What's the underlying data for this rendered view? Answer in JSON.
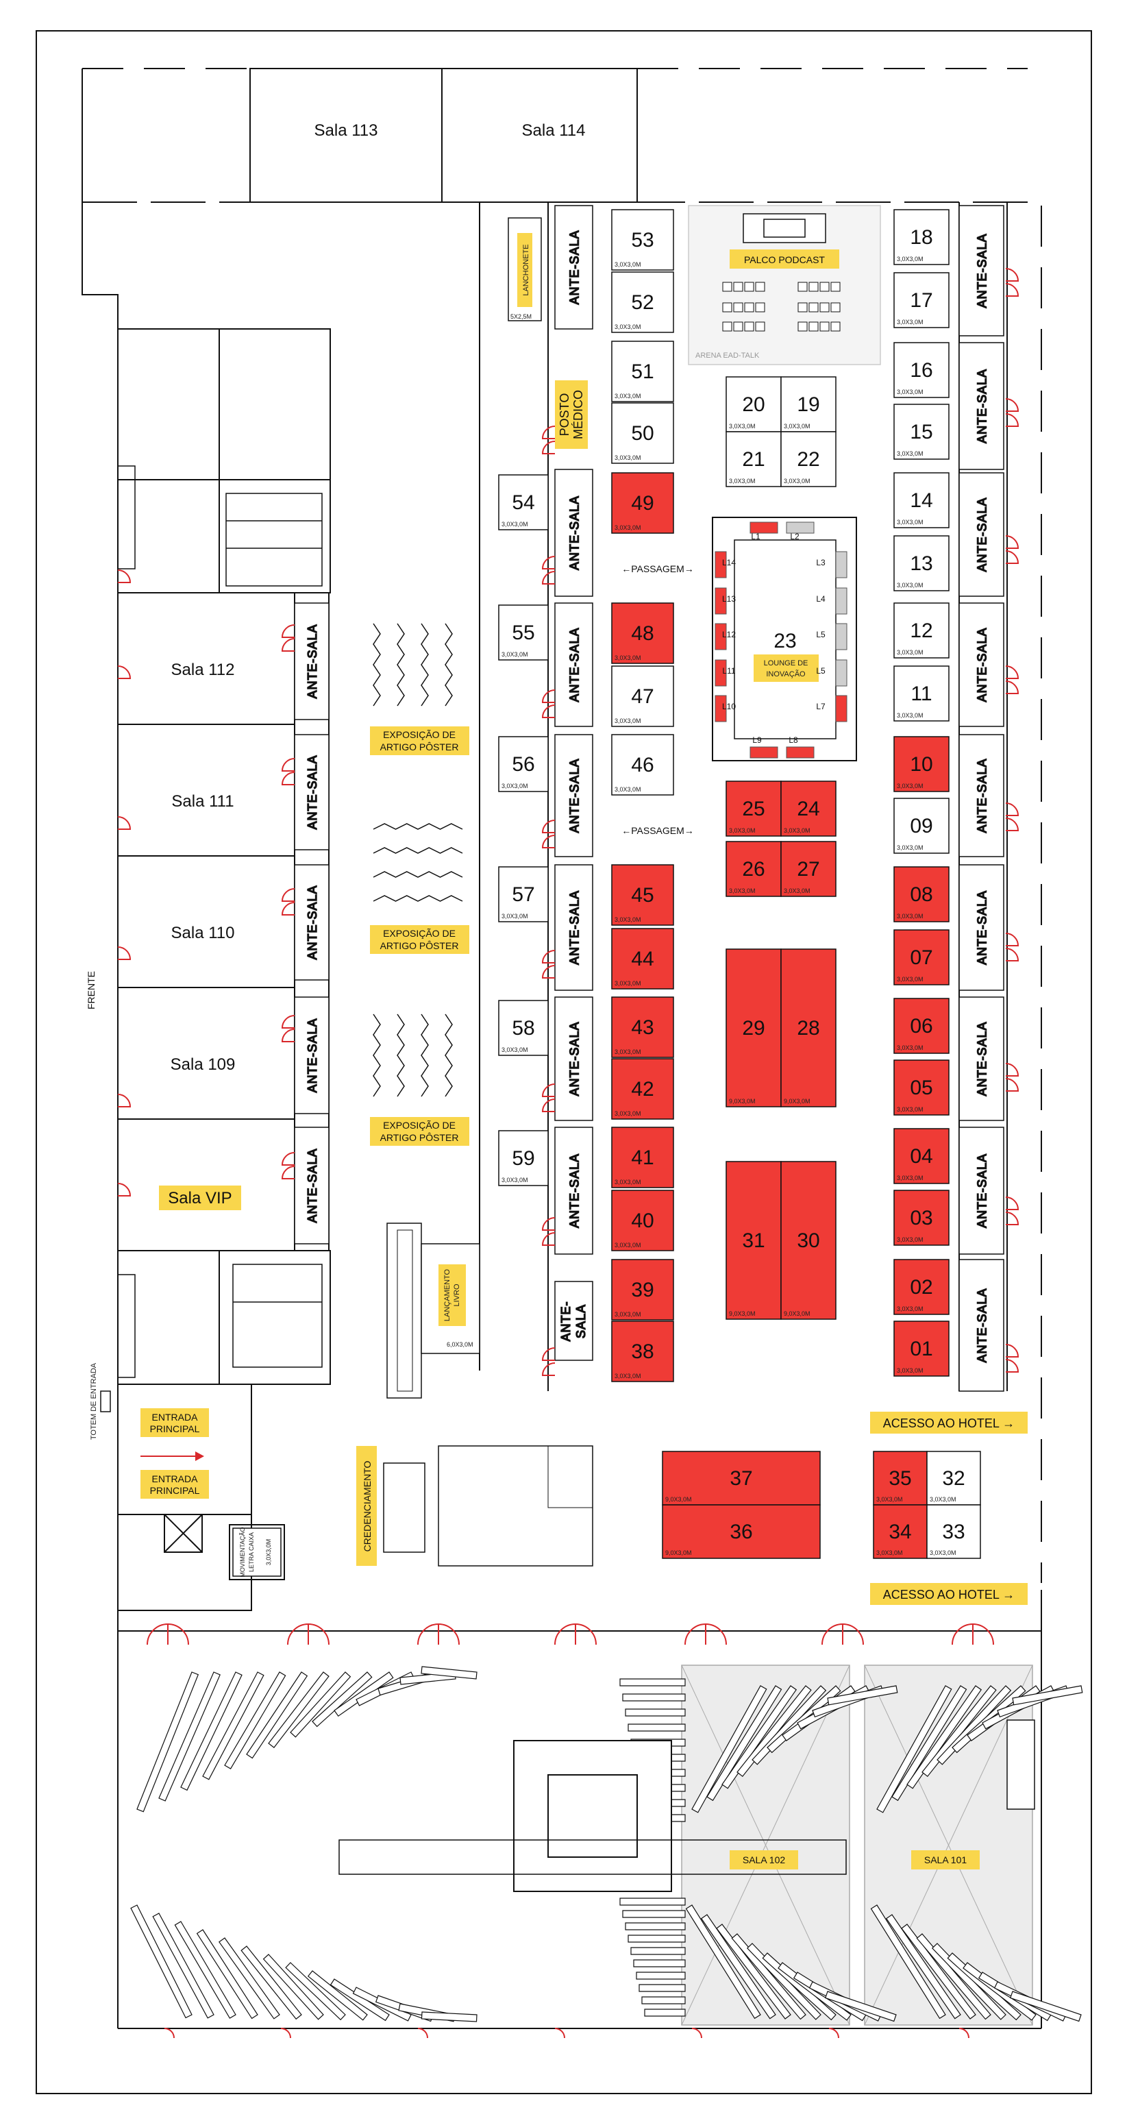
{
  "colors": {
    "booth_sold": "#ef3b36",
    "booth_free": "#ffffff",
    "label_bg": "#f9d64c",
    "door": "#d8282b",
    "line": "#111111",
    "hatch_area": "#e6e6e6"
  },
  "rooms": {
    "sala_113": "Sala 113",
    "sala_114": "Sala 114",
    "sala_112": "Sala 112",
    "sala_111": "Sala 111",
    "sala_110": "Sala 110",
    "sala_109": "Sala 109",
    "sala_vip": "Sala VIP",
    "sala_102": "SALA 102",
    "sala_101": "SALA 101"
  },
  "labels": {
    "ante_sala": "ANTE-SALA",
    "ante": "ANTE-",
    "sala": "SALA",
    "passagem": "←PASSAGEM→",
    "frente": "FRENTE",
    "totem": "TOTEM DE ENTRADA",
    "entrada_1": "ENTRADA",
    "entrada_2": "PRINCIPAL",
    "credenciamento": "CREDENCIAMENTO",
    "acesso_hotel": "ACESSO AO HOTEL →",
    "lanchonete": "LANCHONETE",
    "lanchonete_size": "5X2,5M",
    "posto_1": "POSTO",
    "posto_2": "MÉDICO",
    "palco_podcast": "PALCO PODCAST",
    "arena": "ARENA EAD-TALK",
    "exposicao_1": "EXPOSIÇÃO DE",
    "exposicao_2": "ARTIGO PÔSTER",
    "lancamento_1": "LANÇAMENTO",
    "lancamento_2": "LIVRO",
    "lancamento_size": "6,0X3,0M",
    "lounge_num": "23",
    "lounge_1": "LOUNGE DE",
    "lounge_2": "INOVAÇÃO",
    "movimento_1": "MOVIMENTAÇÃO",
    "movimento_2": "LETRA CAIXA",
    "movimento_size": "3,0X3,0M"
  },
  "booth_size_std": "3,0X3,0M",
  "booth_size_big": "9,0X3,0M",
  "booth_size_double": "6,0X3,0M",
  "booths": [
    {
      "num": "53",
      "sold": false
    },
    {
      "num": "52",
      "sold": false
    },
    {
      "num": "51",
      "sold": false
    },
    {
      "num": "50",
      "sold": false
    },
    {
      "num": "49",
      "sold": true
    },
    {
      "num": "48",
      "sold": true
    },
    {
      "num": "47",
      "sold": false
    },
    {
      "num": "46",
      "sold": false
    },
    {
      "num": "45",
      "sold": true
    },
    {
      "num": "44",
      "sold": true
    },
    {
      "num": "43",
      "sold": true
    },
    {
      "num": "42",
      "sold": true
    },
    {
      "num": "41",
      "sold": true
    },
    {
      "num": "40",
      "sold": true
    },
    {
      "num": "39",
      "sold": true
    },
    {
      "num": "38",
      "sold": true
    },
    {
      "num": "54",
      "sold": false
    },
    {
      "num": "55",
      "sold": false
    },
    {
      "num": "56",
      "sold": false
    },
    {
      "num": "57",
      "sold": false
    },
    {
      "num": "58",
      "sold": false
    },
    {
      "num": "59",
      "sold": false
    },
    {
      "num": "18",
      "sold": false
    },
    {
      "num": "17",
      "sold": false
    },
    {
      "num": "16",
      "sold": false
    },
    {
      "num": "15",
      "sold": false
    },
    {
      "num": "14",
      "sold": false
    },
    {
      "num": "13",
      "sold": false
    },
    {
      "num": "12",
      "sold": false
    },
    {
      "num": "11",
      "sold": false
    },
    {
      "num": "10",
      "sold": true
    },
    {
      "num": "09",
      "sold": false
    },
    {
      "num": "08",
      "sold": true
    },
    {
      "num": "07",
      "sold": true
    },
    {
      "num": "06",
      "sold": true
    },
    {
      "num": "05",
      "sold": true
    },
    {
      "num": "04",
      "sold": true
    },
    {
      "num": "03",
      "sold": true
    },
    {
      "num": "02",
      "sold": true
    },
    {
      "num": "01",
      "sold": true
    },
    {
      "num": "20",
      "sold": false
    },
    {
      "num": "19",
      "sold": false
    },
    {
      "num": "21",
      "sold": false
    },
    {
      "num": "22",
      "sold": false
    },
    {
      "num": "25",
      "sold": true
    },
    {
      "num": "24",
      "sold": true
    },
    {
      "num": "26",
      "sold": true
    },
    {
      "num": "27",
      "sold": true
    },
    {
      "num": "29",
      "sold": true
    },
    {
      "num": "28",
      "sold": true
    },
    {
      "num": "31",
      "sold": true
    },
    {
      "num": "30",
      "sold": true
    },
    {
      "num": "37",
      "sold": true
    },
    {
      "num": "36",
      "sold": true
    },
    {
      "num": "35",
      "sold": true
    },
    {
      "num": "32",
      "sold": false
    },
    {
      "num": "34",
      "sold": true
    },
    {
      "num": "33",
      "sold": false
    }
  ],
  "lounge_slots": [
    {
      "id": "L1",
      "sold": true
    },
    {
      "id": "L2",
      "sold": false
    },
    {
      "id": "L14",
      "sold": true
    },
    {
      "id": "L3",
      "sold": false
    },
    {
      "id": "L13",
      "sold": true
    },
    {
      "id": "L4",
      "sold": false
    },
    {
      "id": "L12",
      "sold": true
    },
    {
      "id": "L5",
      "sold": false
    },
    {
      "id": "L11",
      "sold": true
    },
    {
      "id": "L5",
      "sold": false
    },
    {
      "id": "L10",
      "sold": true
    },
    {
      "id": "L7",
      "sold": true
    },
    {
      "id": "L9",
      "sold": true
    },
    {
      "id": "L8",
      "sold": true
    }
  ]
}
